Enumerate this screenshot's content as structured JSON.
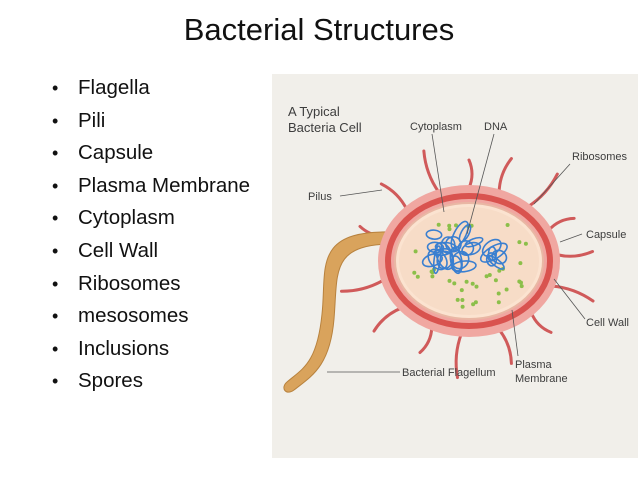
{
  "slide": {
    "title": "Bacterial Structures",
    "bullets": [
      "Flagella",
      "Pili",
      "Capsule",
      "Plasma Membrane",
      "Cytoplasm",
      "Cell Wall",
      "Ribosomes",
      "mesosomes",
      "Inclusions",
      "Spores"
    ]
  },
  "diagram": {
    "title_line1": "A Typical",
    "title_line2": "Bacteria Cell",
    "labels": {
      "cytoplasm": "Cytoplasm",
      "dna": "DNA",
      "ribosomes": "Ribosomes",
      "pilus": "Pilus",
      "capsule": "Capsule",
      "cell_wall": "Cell Wall",
      "flagellum": "Bacterial Flagellum",
      "plasma_line1": "Plasma",
      "plasma_line2": "Membrane"
    },
    "colors": {
      "background": "#f1efea",
      "capsule": "#f0a7a1",
      "cell_wall": "#d9534f",
      "cytoplasm": "#f7dcc7",
      "dna": "#3a7fd0",
      "ribosome": "#8cbf4a",
      "flagellum": "#d9a35c",
      "pili": "#d05a5a"
    }
  }
}
